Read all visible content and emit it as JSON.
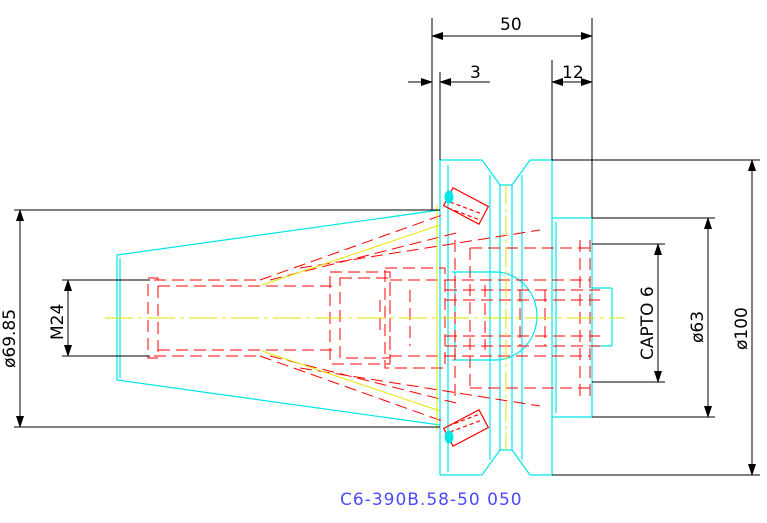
{
  "colors": {
    "background": "#ffffff",
    "dimension": "#000000",
    "outline": "#00e5e5",
    "hidden": "#ff0000",
    "centerline": "#e6e600",
    "part_number": "#4a4aff"
  },
  "dimensions": {
    "length_total": "50",
    "length_flange": "3",
    "length_shoulder": "12",
    "dia_taper_large": "ø69.85",
    "thread": "M24",
    "interface": "CAPTO 6",
    "dia_body": "ø63",
    "dia_flange": "ø100"
  },
  "part_number": "C6-390B.58-50 050"
}
